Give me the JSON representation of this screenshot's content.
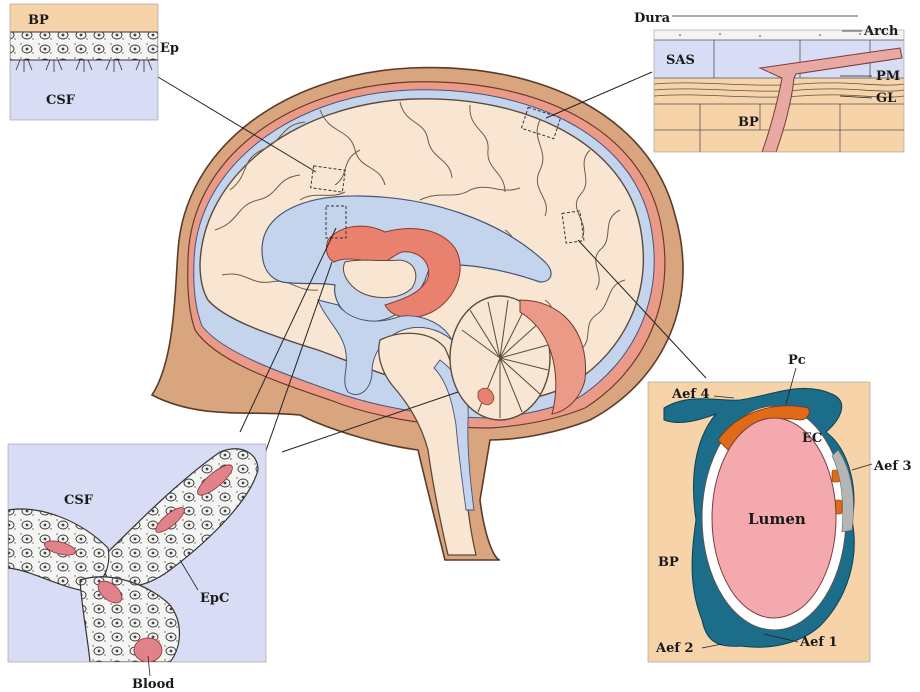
{
  "insets": {
    "ependyma": {
      "labels": {
        "bp": "BP",
        "csf": "CSF",
        "ep": "Ep"
      }
    },
    "meninges": {
      "labels": {
        "dura": "Dura",
        "arch": "Arch",
        "sas": "SAS",
        "pm": "PM",
        "gl": "GL",
        "bp": "BP"
      }
    },
    "choroid_plexus": {
      "labels": {
        "csf": "CSF",
        "epc": "EpC",
        "blood": "Blood"
      }
    },
    "capillary": {
      "labels": {
        "pc": "Pc",
        "aef4": "Aef 4",
        "ec": "EC",
        "aef3": "Aef 3",
        "lumen": "Lumen",
        "bp": "BP",
        "aef2": "Aef 2",
        "aef1": "Aef 1"
      }
    }
  },
  "colors": {
    "bp_tan": "#f6d3a8",
    "csf_blue": "#d8dcf4",
    "ventricle_blue": "#c4d4ec",
    "choroid_red": "#e8826e",
    "skull": "#d9a57f",
    "brain": "#f8e6d2",
    "lumen_pink": "#f3a9ad",
    "endfoot_teal": "#1c6d8a",
    "pericyte_orange": "#e06a17",
    "ec_gray": "#b5b5b5"
  }
}
